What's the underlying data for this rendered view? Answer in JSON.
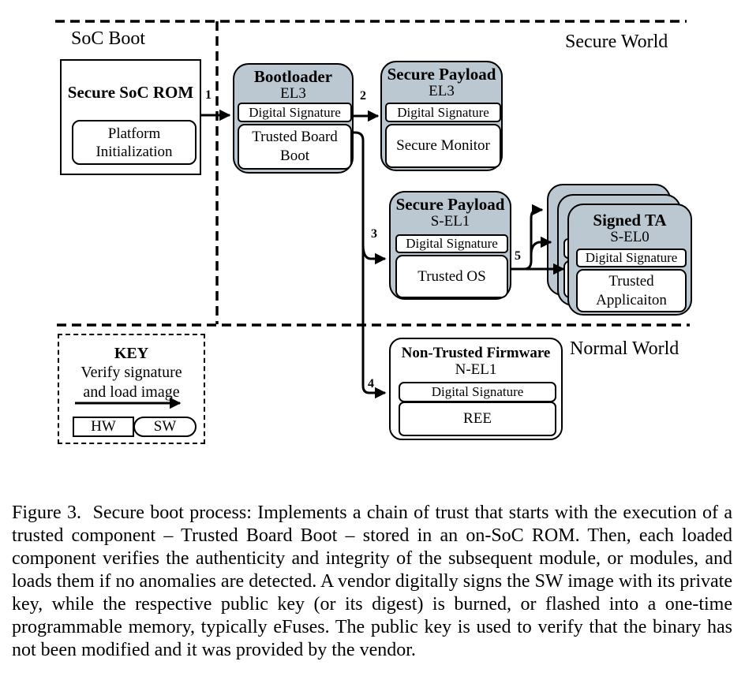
{
  "diagram": {
    "regions": {
      "soc_boot": "SoC Boot",
      "secure_world": "Secure World",
      "normal_world": "Normal World"
    },
    "rom": {
      "title": "Secure SoC ROM",
      "content_line1": "Platform",
      "content_line2": "Initialization"
    },
    "bootloader": {
      "title": "Bootloader",
      "level": "EL3",
      "signature": "Digital Signature",
      "content_line1": "Trusted Board",
      "content_line2": "Boot"
    },
    "secure_payload_el3": {
      "title": "Secure Payload",
      "level": "EL3",
      "signature": "Digital Signature",
      "content": "Secure Monitor"
    },
    "secure_payload_sel1": {
      "title": "Secure Payload",
      "level": "S-EL1",
      "signature": "Digital Signature",
      "content": "Trusted OS"
    },
    "signed_ta": {
      "title": "Signed TA",
      "level": "S-EL0",
      "signature": "Digital Signature",
      "content_line1": "Trusted",
      "content_line2": "Applicaiton"
    },
    "non_trusted_firmware": {
      "title": "Non-Trusted Firmware",
      "level": "N-EL1",
      "signature": "Digital Signature",
      "content": "REE"
    },
    "steps": {
      "s1": "1",
      "s2": "2",
      "s3": "3",
      "s4": "4",
      "s5": "5"
    },
    "key": {
      "title": "KEY",
      "caption_line1": "Verify signature",
      "caption_line2": "and load image",
      "hw_label": "HW",
      "sw_label": "SW"
    },
    "colors": {
      "module_fill": "#bcc8d1",
      "line": "#000000",
      "background": "#ffffff"
    }
  },
  "caption": {
    "text": "Figure 3.  Secure boot process: Implements a chain of trust that starts with the execution of a trusted component – Trusted Board Boot – stored in an on-SoC ROM. Then, each loaded component verifies the authenticity and integrity of the subsequent module, or modules, and loads them if no anomalies are detected. A vendor digitally signs the SW image with its private key, while the respective public key (or its digest) is burned, or flashed into a one-time programmable memory, typically eFuses. The public key is used to verify that the binary has not been modified and it was provided by the vendor."
  }
}
